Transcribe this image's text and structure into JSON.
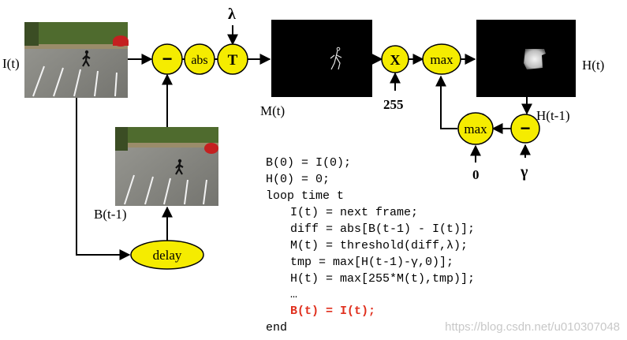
{
  "colors": {
    "node_fill": "#f5ec00",
    "node_stroke": "#000000",
    "highlight_text": "#e0301e",
    "watermark": "#c8c8c8"
  },
  "labels": {
    "input": "I(t)",
    "background": "B(t-1)",
    "motion": "M(t)",
    "history": "H(t)",
    "history_prev": "H(t-1)",
    "lambda": "λ",
    "const_255": "255",
    "const_0": "0",
    "gamma": "γ"
  },
  "nodes": {
    "minus": "−",
    "abs": "abs",
    "threshold": "T",
    "times": "X",
    "max_top": "max",
    "max_bottom": "max",
    "minus_right": "−",
    "delay": "delay"
  },
  "code": {
    "lines": [
      "B(0) = I(0);",
      "H(0) = 0;",
      "loop time t",
      "I(t) = next frame;",
      "diff = abs[B(t-1) - I(t)];",
      "M(t) = threshold(diff,λ);",
      "tmp = max[H(t-1)-γ,0)];",
      "H(t) = max[255*M(t),tmp)];",
      "…",
      "B(t) = I(t);",
      "end"
    ]
  },
  "watermark": "https://blog.csdn.net/u010307048",
  "icons": {
    "input_frame": "parking-lot-photo-icon",
    "background_frame": "parking-lot-photo-icon",
    "motion_image": "motion-silhouette-icon",
    "history_image": "motion-history-icon"
  }
}
